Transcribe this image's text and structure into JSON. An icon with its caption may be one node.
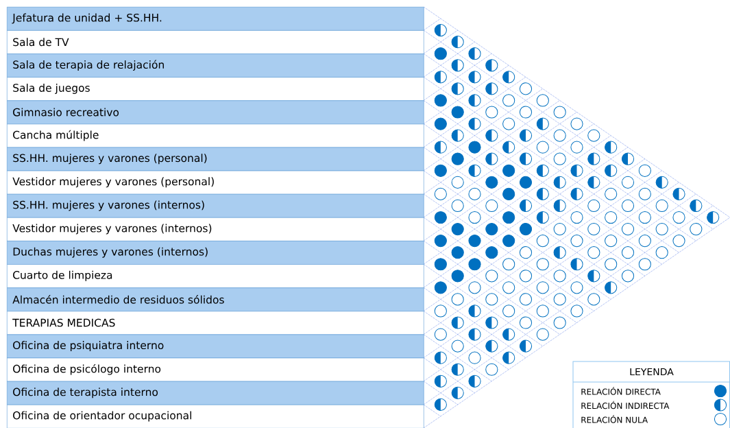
{
  "diagram": {
    "nodes": [
      {
        "text": [
          "Jefatura de unidad + SS.HH."
        ]
      },
      {
        "text": [
          "Sala de TV"
        ]
      },
      {
        "text": [
          "Sala de terapia de relajación"
        ]
      },
      {
        "text": [
          "Sala de juegos"
        ]
      },
      {
        "text": [
          "Gimnasio recreativo"
        ]
      },
      {
        "text": [
          "Cancha múltiple"
        ]
      },
      {
        "text": [
          "SS.HH. mujeres y varones (personal)"
        ]
      },
      {
        "text": [
          "Vestidor mujeres y varones (personal)"
        ]
      },
      {
        "text": [
          "SS.HH. mujeres y varones (internos)"
        ]
      },
      {
        "text": [
          "Vestidor mujeres y varones (internos)"
        ]
      },
      {
        "text": [
          "Duchas mujeres y varones (internos)"
        ]
      },
      {
        "text": [
          "Cuarto de limpieza"
        ]
      },
      {
        "text": [
          "Almacén intermedio de residuos sólidos"
        ]
      },
      {
        "text": [
          "TERAPIAS MEDICAS"
        ]
      },
      {
        "text": [
          "Oficina de psiquiatra interno"
        ]
      },
      {
        "text": [
          "Oficina de psicólogo interno"
        ]
      },
      {
        "text": [
          "Oficina de terapista interno"
        ]
      },
      {
        "text": [
          "Oficina de orientador ocupacional"
        ]
      },
      {
        "text": [],
        "shape": "half-circle"
      },
      {
        "text": [],
        "shape": "half-circle"
      },
      {
        "text": [],
        "shape": "dot"
      },
      {
        "text": [],
        "shape": "half-circle"
      },
      {
        "text": [],
        "shape": "half-circle"
      },
      {
        "text": [],
        "shape": "half-circle"
      },
      {
        "text": [],
        "shape": "half-circle"
      },
      {
        "text": [],
        "shape": "half-circle"
      },
      {
        "text": [],
        "shape": "half-circle"
      },
      {
        "text": [],
        "shape": "half-circle"
      },
      {
        "text": [],
        "shape": "half-circle"
      },
      {
        "text": [],
        "shape": "circle"
      },
      {
        "text": [],
        "shape": "dot"
      },
      {
        "text": [],
        "shape": "half-circle"
      },
      {
        "text": [],
        "shape": "circle"
      },
      {
        "text": [],
        "shape": "circle"
      },
      {
        "text": [],
        "shape": "dot"
      },
      {
        "text": [],
        "shape": "circle"
      },
      {
        "text": [],
        "shape": "circle"
      },
      {
        "text": [],
        "shape": "circle"
      },
      {
        "text": [],
        "shape": "dot"
      },
      {
        "text": [],
        "shape": "half-circle"
      },
      {
        "text": [],
        "shape": "circle"
      },
      {
        "text": [],
        "shape": "half-circle"
      },
      {
        "text": [],
        "shape": "circle"
      },
      {
        "text": [],
        "shape": "half-circle"
      },
      {
        "text": [],
        "shape": "half-circle"
      },
      {
        "text": [],
        "shape": "half-circle"
      },
      {
        "text": [],
        "shape": "circle"
      },
      {
        "text": [],
        "shape": "circle"
      },
      {
        "text": [],
        "shape": "half-circle"
      },
      {
        "text": [],
        "shape": "dot"
      },
      {
        "text": [],
        "shape": "half-circle"
      },
      {
        "text": [],
        "shape": "circle"
      },
      {
        "text": [],
        "shape": "circle"
      },
      {
        "text": [],
        "shape": "half-circle"
      },
      {
        "text": [],
        "shape": "dot"
      },
      {
        "text": [],
        "shape": "half-circle"
      },
      {
        "text": [],
        "shape": "half-circle"
      },
      {
        "text": [],
        "shape": "circle"
      },
      {
        "text": [],
        "shape": "half-circle"
      },
      {
        "text": [],
        "shape": "half-circle"
      },
      {
        "text": [],
        "shape": "dot"
      },
      {
        "text": [],
        "shape": "half-circle"
      },
      {
        "text": [],
        "shape": "dot"
      },
      {
        "text": [],
        "shape": "half-circle"
      },
      {
        "text": [],
        "shape": "half-circle"
      },
      {
        "text": [],
        "shape": "half-circle"
      },
      {
        "text": [],
        "shape": "circle"
      },
      {
        "text": [],
        "shape": "circle"
      },
      {
        "text": [],
        "shape": "dot"
      },
      {
        "text": [],
        "shape": "dot"
      },
      {
        "text": [],
        "shape": "half-circle"
      },
      {
        "text": [],
        "shape": "half-circle"
      },
      {
        "text": [],
        "shape": "circle"
      },
      {
        "text": [],
        "shape": "half-circle"
      },
      {
        "text": [],
        "shape": "circle"
      },
      {
        "text": [],
        "shape": "circle"
      },
      {
        "text": [],
        "shape": "dot"
      },
      {
        "text": [],
        "shape": "half-circle"
      },
      {
        "text": [],
        "shape": "half-circle"
      },
      {
        "text": [],
        "shape": "circle"
      },
      {
        "text": [],
        "shape": "circle"
      },
      {
        "text": [],
        "shape": "half-circle"
      },
      {
        "text": [],
        "shape": "circle"
      },
      {
        "text": [],
        "shape": "circle"
      },
      {
        "text": [],
        "shape": "half-circle"
      },
      {
        "text": [],
        "shape": "half-circle"
      },
      {
        "text": [],
        "shape": "circle"
      },
      {
        "text": [],
        "shape": "circle"
      },
      {
        "text": [],
        "shape": "circle"
      },
      {
        "text": [],
        "shape": "half-circle"
      },
      {
        "text": [],
        "shape": "dot"
      },
      {
        "text": [],
        "shape": "circle"
      },
      {
        "text": [],
        "shape": "dot"
      },
      {
        "text": [],
        "shape": "half-circle"
      },
      {
        "text": [],
        "shape": "circle"
      },
      {
        "text": [],
        "shape": "circle"
      },
      {
        "text": [],
        "shape": "circle"
      },
      {
        "text": [],
        "shape": "circle"
      },
      {
        "text": [],
        "shape": "half-circle"
      },
      {
        "text": [],
        "shape": "dot"
      },
      {
        "text": [],
        "shape": "dot"
      },
      {
        "text": [],
        "shape": "dot"
      },
      {
        "text": [],
        "shape": "circle"
      },
      {
        "text": [],
        "shape": "circle"
      },
      {
        "text": [],
        "shape": "circle"
      },
      {
        "text": [],
        "shape": "circle"
      },
      {
        "text": [],
        "shape": "circle"
      },
      {
        "text": [],
        "shape": "dot"
      },
      {
        "text": [],
        "shape": "dot"
      },
      {
        "text": [],
        "shape": "dot"
      },
      {
        "text": [],
        "shape": "circle"
      },
      {
        "text": [],
        "shape": "circle"
      },
      {
        "text": [],
        "shape": "circle"
      },
      {
        "text": [],
        "shape": "circle"
      },
      {
        "text": [],
        "shape": "circle"
      },
      {
        "text": [],
        "shape": "dot"
      },
      {
        "text": [],
        "shape": "dot"
      },
      {
        "text": [],
        "shape": "circle"
      },
      {
        "text": [],
        "shape": "half-circle"
      },
      {
        "text": [],
        "shape": "circle"
      },
      {
        "text": [],
        "shape": "circle"
      },
      {
        "text": [],
        "shape": "circle"
      },
      {
        "text": [],
        "shape": "dot"
      },
      {
        "text": [],
        "shape": "dot"
      },
      {
        "text": [],
        "shape": "circle"
      },
      {
        "text": [],
        "shape": "circle"
      },
      {
        "text": [],
        "shape": "half-circle"
      },
      {
        "text": [],
        "shape": "circle"
      },
      {
        "text": [],
        "shape": "circle"
      },
      {
        "text": [],
        "shape": "dot"
      },
      {
        "text": [],
        "shape": "circle"
      },
      {
        "text": [],
        "shape": "circle"
      },
      {
        "text": [],
        "shape": "circle"
      },
      {
        "text": [],
        "shape": "half-circle"
      },
      {
        "text": [],
        "shape": "circle"
      },
      {
        "text": [],
        "shape": "dot"
      },
      {
        "text": [],
        "shape": "circle"
      },
      {
        "text": [],
        "shape": "circle"
      },
      {
        "text": [],
        "shape": "circle"
      },
      {
        "text": [],
        "shape": "circle"
      },
      {
        "text": [],
        "shape": "half-circle"
      },
      {
        "text": [],
        "shape": "circle"
      },
      {
        "text": [],
        "shape": "circle"
      },
      {
        "text": [],
        "shape": "circle"
      },
      {
        "text": [],
        "shape": "circle"
      },
      {
        "text": [],
        "shape": "circle"
      },
      {
        "text": [],
        "shape": "circle"
      },
      {
        "text": [],
        "shape": "half-circle"
      },
      {
        "text": [],
        "shape": "circle"
      },
      {
        "text": [],
        "shape": "circle"
      },
      {
        "text": [],
        "shape": "circle"
      },
      {
        "text": [],
        "shape": "half-circle"
      },
      {
        "text": [],
        "shape": "half-circle"
      },
      {
        "text": [],
        "shape": "circle"
      },
      {
        "text": [],
        "shape": "circle"
      },
      {
        "text": [],
        "shape": "circle"
      },
      {
        "text": [],
        "shape": "half-circle"
      },
      {
        "text": [],
        "shape": "half-circle"
      },
      {
        "text": [],
        "shape": "circle"
      },
      {
        "text": [],
        "shape": "circle"
      },
      {
        "text": [],
        "shape": "half-circle"
      },
      {
        "text": [],
        "shape": "half-circle"
      },
      {
        "text": [],
        "shape": "half-circle"
      },
      {
        "text": [],
        "shape": "circle"
      },
      {
        "text": [],
        "shape": "half-circle"
      },
      {
        "text": [],
        "shape": "half-circle"
      },
      {
        "text": [],
        "shape": "circle"
      },
      {
        "text": [],
        "shape": "half-circle"
      },
      {
        "text": [],
        "shape": "half-circle"
      },
      {
        "text": [],
        "shape": "half-circle"
      },
      {
        "text": [],
        "shape": "half-circle"
      }
    ],
    "labels": [
      "LEYENDA"
    ],
    "legend": [
      {
        "text": "RELACIÓN DIRECTA"
      },
      {
        "text": "RELACIÓN INDIRECTA"
      },
      {
        "text": "RELACIÓN NULA"
      }
    ]
  }
}
